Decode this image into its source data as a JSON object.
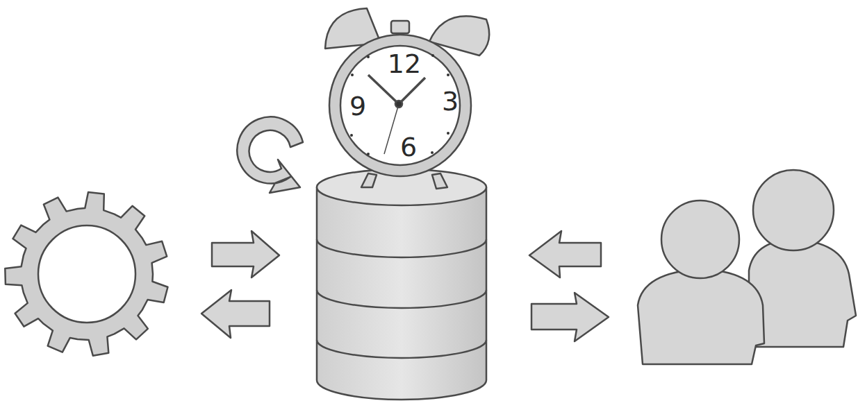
{
  "diagram": {
    "labels": [
      "12",
      "9",
      "3",
      "6"
    ]
  }
}
